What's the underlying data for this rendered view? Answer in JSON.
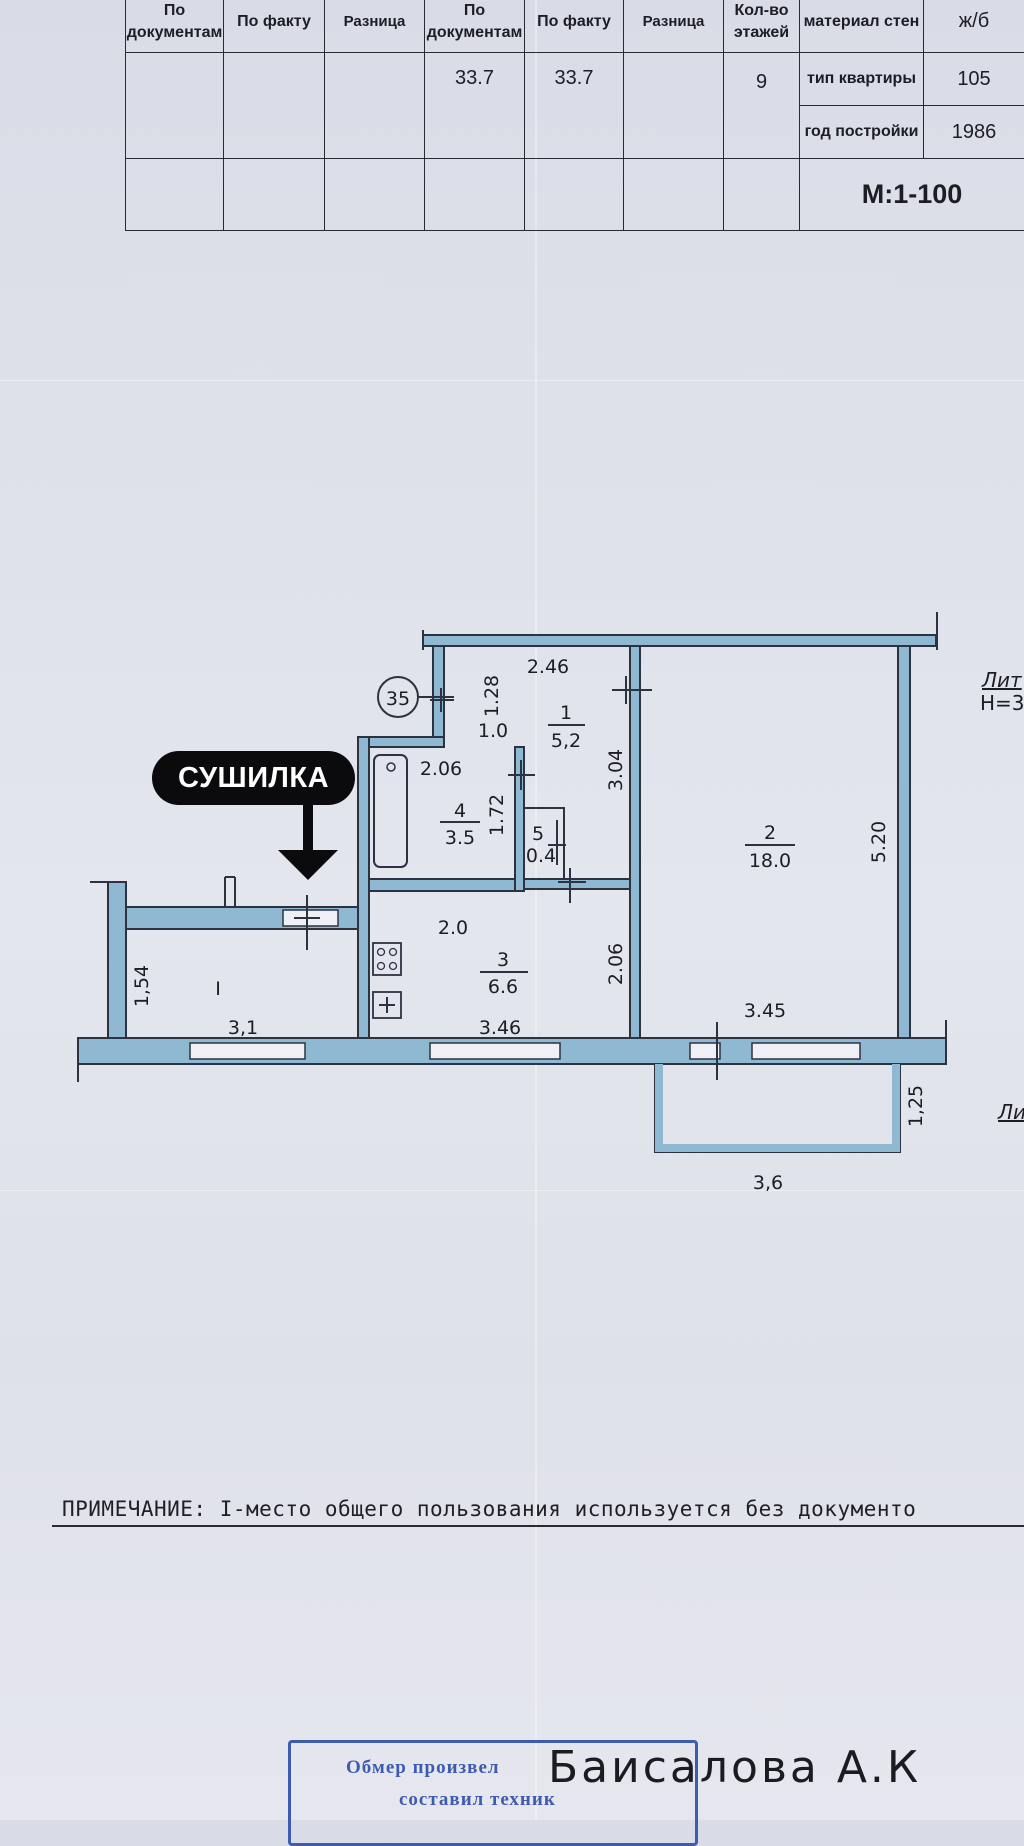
{
  "table": {
    "headers": [
      "По документам",
      "По факту",
      "Разница",
      "По документам",
      "По факту",
      "Разница",
      "Кол-во этажей"
    ],
    "row": [
      "",
      "",
      "",
      "33.7",
      "33.7",
      "",
      "9"
    ],
    "info": [
      {
        "label": "материал стен",
        "value": "ж/б"
      },
      {
        "label": "тип квартиры",
        "value": "105"
      },
      {
        "label": "год постройки",
        "value": "1986"
      }
    ],
    "scale": "М:1-100"
  },
  "plan": {
    "rooms": [
      {
        "num": "1",
        "area": "5,2"
      },
      {
        "num": "2",
        "area": "18.0"
      },
      {
        "num": "3",
        "area": "6.6"
      },
      {
        "num": "4",
        "area": "3.5"
      },
      {
        "num": "5",
        "area": "0.4"
      },
      {
        "num": "I",
        "area": ""
      }
    ],
    "dims": [
      "2.46",
      "1.28",
      "1.0",
      "3.04",
      "2.06",
      "1.72",
      "5.20",
      "2.0",
      "2.06",
      "3.45",
      "3.46",
      "1,54",
      "3,1",
      "1,25",
      "3,6"
    ],
    "door_marker": "35",
    "edge_labels": [
      "Лит",
      "Н=3",
      "Ли"
    ]
  },
  "annotation": "СУШИЛКА",
  "note": "ПРИМЕЧАНИЕ: I-место общего пользования используется без документо",
  "stamp": {
    "line1": "Обмер произвел",
    "line2": "составил техник"
  },
  "signature": "Баисалова А.К",
  "colors": {
    "wall_fill": "#8fb9d3",
    "stamp": "#3d5bb0",
    "annotation_bg": "#0b0b0d"
  }
}
